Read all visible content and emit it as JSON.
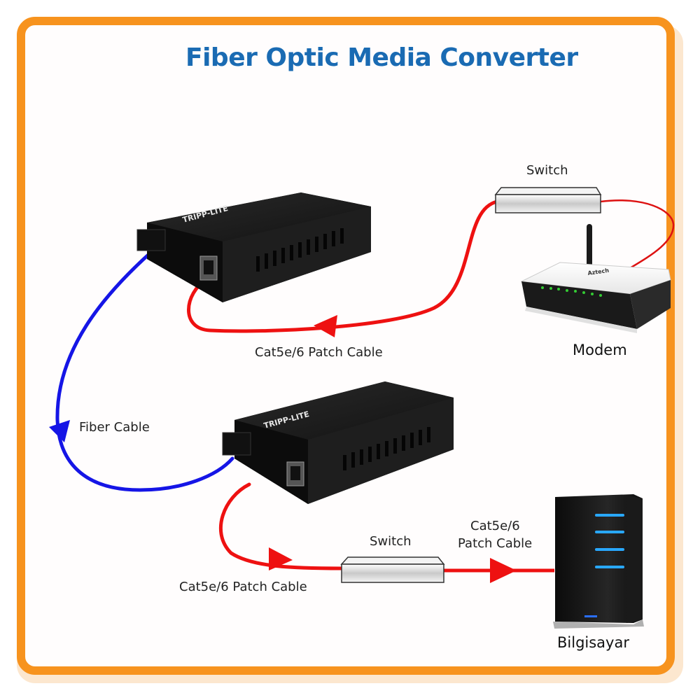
{
  "title": "Fiber Optic Media Converter",
  "colors": {
    "frame": "#f7931e",
    "title": "#1a6bb3",
    "fiber_cable": "#1515e6",
    "patch_cable": "#ee1111",
    "converter_body": "#1c1c1c",
    "server_led": "#29a8ff",
    "modem_led": "#33cc33"
  },
  "devices": {
    "converter_top": {
      "brand": "TRIPP-LITE"
    },
    "converter_bottom": {
      "brand": "TRIPP-LITE"
    },
    "switch_top": {
      "label": "Switch"
    },
    "switch_bottom": {
      "label": "Switch"
    },
    "modem": {
      "label": "Modem",
      "brand": "Aztech"
    },
    "computer": {
      "label": "Bilgisayar"
    }
  },
  "cables": {
    "fiber": {
      "label": "Fiber Cable"
    },
    "patch_top": {
      "label": "Cat5e/6 Patch Cable"
    },
    "patch_bottom_left": {
      "label": "Cat5e/6 Patch Cable"
    },
    "patch_bottom_right": {
      "label_line1": "Cat5e/6",
      "label_line2": "Patch Cable"
    }
  }
}
